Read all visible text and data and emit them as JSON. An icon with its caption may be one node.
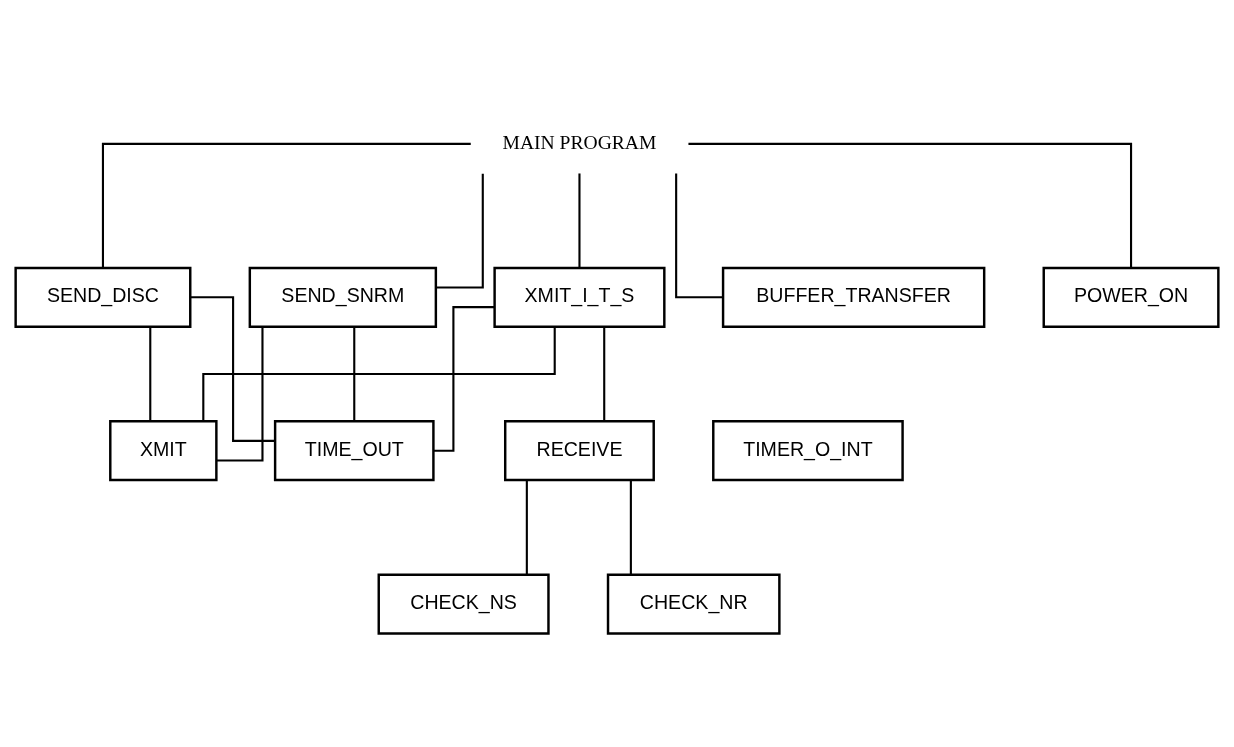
{
  "diagram": {
    "nodes": [
      {
        "text": [
          "MAIN PROGRAM"
        ]
      },
      {
        "text": [
          "SEND_SNRM"
        ]
      },
      {
        "text": [
          "SEND_DISC"
        ]
      },
      {
        "text": [
          "XMIT_I_T_S"
        ]
      },
      {
        "text": [
          "BUFFER_TRANSFER"
        ]
      },
      {
        "text": [
          "POWER_ON"
        ]
      },
      {
        "text": [
          "TIME_OUT"
        ]
      },
      {
        "text": [
          "XMIT"
        ]
      },
      {
        "text": [
          "RECEIVE"
        ]
      },
      {
        "text": [
          "TIMER_O_INT"
        ]
      },
      {
        "text": [
          "CHECK_NS"
        ]
      },
      {
        "text": [
          "CHECK_NR"
        ]
      }
    ],
    "edges": [
      {
        "from": 0,
        "to": 1,
        "arrow": "none"
      },
      {
        "from": 0,
        "to": 2,
        "arrow": "none"
      },
      {
        "from": 0,
        "to": 3,
        "arrow": "none"
      },
      {
        "from": 0,
        "to": 4,
        "arrow": "none"
      },
      {
        "from": 0,
        "to": 5,
        "arrow": "none"
      },
      {
        "from": 1,
        "to": 6,
        "arrow": "none"
      },
      {
        "from": 1,
        "to": 7,
        "arrow": "none"
      },
      {
        "from": 2,
        "to": 6,
        "arrow": "none"
      },
      {
        "from": 2,
        "to": 7,
        "arrow": "none"
      },
      {
        "from": 3,
        "to": 6,
        "arrow": "none"
      },
      {
        "from": 3,
        "to": 7,
        "arrow": "none"
      },
      {
        "from": 3,
        "to": 8,
        "arrow": "none"
      },
      {
        "from": 8,
        "to": 10,
        "arrow": "none"
      },
      {
        "from": 8,
        "to": 11,
        "arrow": "none"
      }
    ]
  }
}
